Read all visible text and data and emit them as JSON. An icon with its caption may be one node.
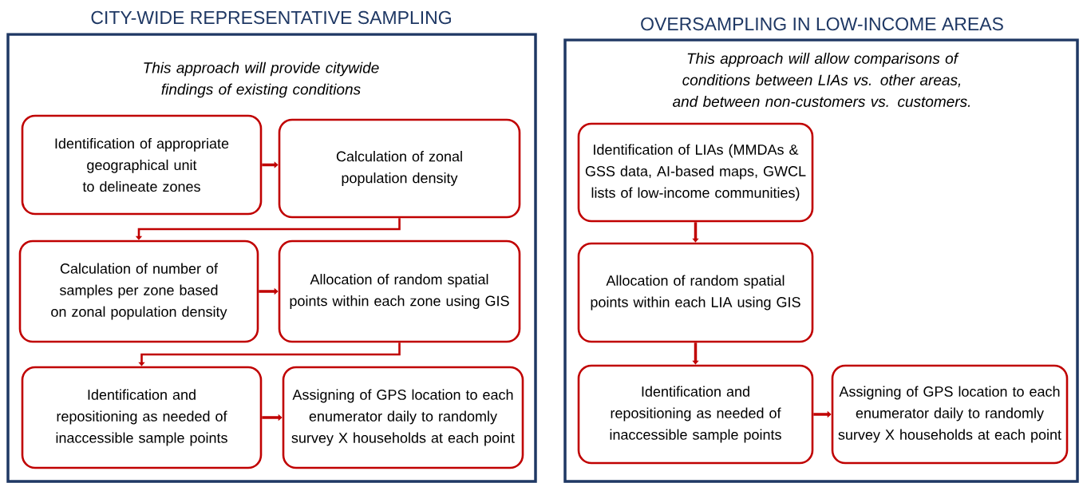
{
  "diagram": {
    "nodes": [
      {
        "text": [
          "CITY-WIDE REPRESENTATIVE SAMPLING",
          "This approach will provide citywide findings of existing conditions"
        ]
      },
      {
        "text": [
          "Identification of appropriate geographical unit to delineate zones"
        ],
        "in": 0
      },
      {
        "text": [
          "Calculation of zonal population density"
        ],
        "in": 0
      },
      {
        "text": [
          "Calculation of number of samples per zone based on zonal population density"
        ],
        "in": 0
      },
      {
        "text": [
          "Allocation of random spatial points within each zone using GIS"
        ],
        "in": 0
      },
      {
        "text": [
          "Identification and repositioning as needed of inaccessible sample points"
        ],
        "in": 0
      },
      {
        "text": [
          "Assigning of GPS location to each enumerator daily to randomly survey X households at each point"
        ],
        "in": 0
      },
      {
        "text": [
          "OVERSAMPLING IN LOW-INCOME AREAS",
          "This approach will allow comparisons of conditions between LIAs vs. other areas, and between non-customers vs. customers."
        ]
      },
      {
        "text": [
          "Identification of LIAs (MMDAs & GSS data, AI-based maps, GWCL lists of low-income communities)"
        ],
        "in": 7
      },
      {
        "text": [
          "Allocation of random spatial points within each LIA using GIS"
        ],
        "in": 7
      },
      {
        "text": [
          "Identification and repositioning as needed of inaccessible sample points"
        ],
        "in": 7
      },
      {
        "text": [
          "Assigning of GPS location to each enumerator daily to randomly survey X households at each point"
        ],
        "in": 7
      }
    ],
    "edges": [
      {
        "from": 1,
        "to": 2,
        "arrow": "to"
      },
      {
        "from": 2,
        "to": 3,
        "arrow": "to"
      },
      {
        "from": 3,
        "to": 4,
        "arrow": "to"
      },
      {
        "from": 4,
        "to": 5,
        "arrow": "to"
      },
      {
        "from": 5,
        "to": 6,
        "arrow": "to"
      },
      {
        "from": 8,
        "to": 9,
        "arrow": "to"
      },
      {
        "from": 9,
        "to": 10,
        "arrow": "to"
      },
      {
        "from": 10,
        "to": 11,
        "arrow": "to"
      }
    ]
  }
}
